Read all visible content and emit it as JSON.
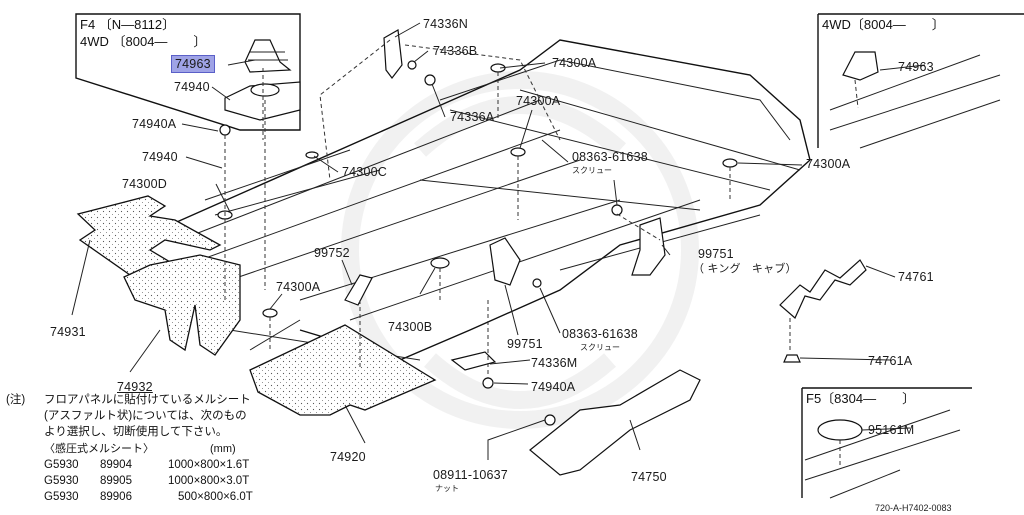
{
  "diagram": {
    "reference_code": "720-A-H7402-0083",
    "highlight_color": "#9fa3e6",
    "inset_boxes": [
      {
        "id": "f4",
        "header_line1": "F4 〔N—8112〕",
        "header_line2": "4WD 〔8004—　　〕"
      },
      {
        "id": "4wd",
        "header_line1": "4WD〔8004—　　〕"
      },
      {
        "id": "f5",
        "header_line1": "F5〔8304—　　〕"
      }
    ],
    "parts": [
      {
        "part_no": "74963",
        "highlighted": true
      },
      {
        "part_no": "74940"
      },
      {
        "part_no": "74940A"
      },
      {
        "part_no": "74940"
      },
      {
        "part_no": "74300D"
      },
      {
        "part_no": "74336N"
      },
      {
        "part_no": "74336B"
      },
      {
        "part_no": "74336A"
      },
      {
        "part_no": "74300A"
      },
      {
        "part_no": "74300A"
      },
      {
        "part_no": "74300C"
      },
      {
        "part_no": "08363-61638",
        "sub": "スクリュー"
      },
      {
        "part_no": "74300A"
      },
      {
        "part_no": "74963"
      },
      {
        "part_no": "99751",
        "sub": "（ キング　キャブ）"
      },
      {
        "part_no": "99752"
      },
      {
        "part_no": "74300A"
      },
      {
        "part_no": "74300B"
      },
      {
        "part_no": "99751"
      },
      {
        "part_no": "08363-61638",
        "sub": "スクリュー"
      },
      {
        "part_no": "74336M"
      },
      {
        "part_no": "74940A"
      },
      {
        "part_no": "74761"
      },
      {
        "part_no": "74761A"
      },
      {
        "part_no": "74931"
      },
      {
        "part_no": "74932"
      },
      {
        "part_no": "74920"
      },
      {
        "part_no": "08911-10637",
        "sub": "ナット"
      },
      {
        "part_no": "74750"
      },
      {
        "part_no": "95161M"
      }
    ]
  },
  "note": {
    "prefix": "(注)",
    "lines": [
      "フロアパネルに貼付けているメルシート",
      "(アスファルト状)については、次のもの",
      "より選択し、切断使用して下さい。"
    ],
    "table_title": "〈感圧式メルシート〉",
    "unit": "(mm)",
    "rows": [
      {
        "code1": "G5930",
        "code2": "89904",
        "size": "1000×800×1.6T"
      },
      {
        "code1": "G5930",
        "code2": "89905",
        "size": "1000×800×3.0T"
      },
      {
        "code1": "G5930",
        "code2": "89906",
        "size": "500×800×6.0T"
      }
    ]
  }
}
